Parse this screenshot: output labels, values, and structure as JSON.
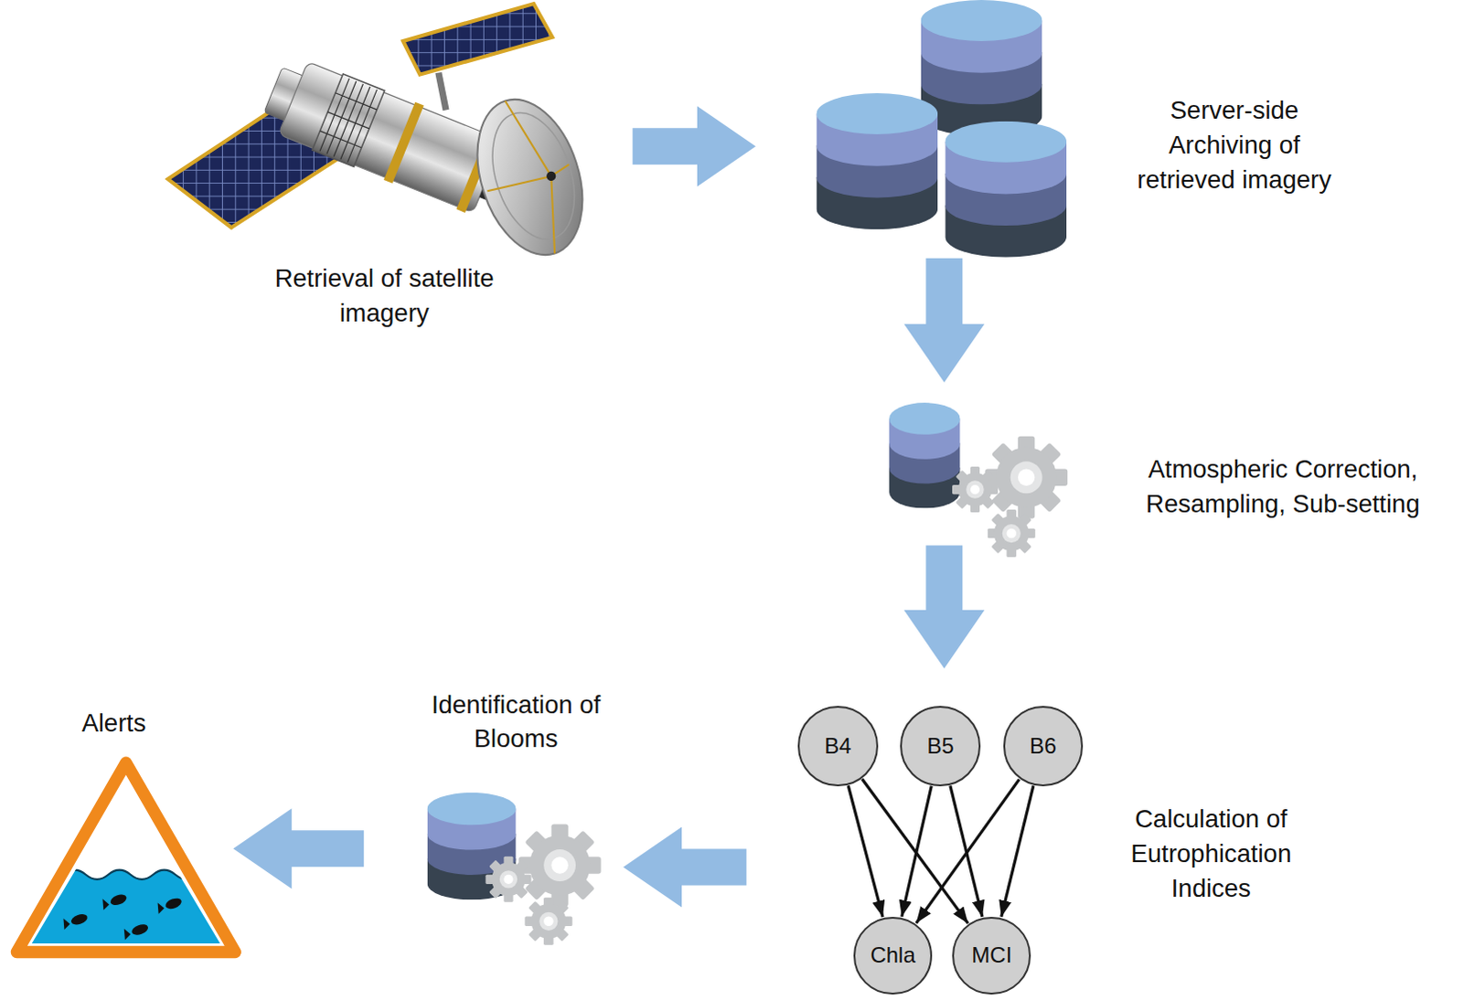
{
  "diagram": {
    "nodes": [
      {
        "text": [
          "Retrieval of satellite imagery"
        ]
      },
      {
        "text": [
          "Server-side Archiving of retrieved imagery"
        ]
      },
      {
        "text": [
          "Atmospheric Correction, Resampling, Sub-setting"
        ]
      },
      {
        "text": [
          "Calculation of Eutrophication Indices"
        ]
      },
      {
        "text": [
          "B4"
        ],
        "in": 3
      },
      {
        "text": [
          "B5"
        ],
        "in": 3
      },
      {
        "text": [
          "B6"
        ],
        "in": 3
      },
      {
        "text": [
          "Chla"
        ],
        "in": 3
      },
      {
        "text": [
          "MCI"
        ],
        "in": 3
      },
      {
        "text": [
          "Identification of Blooms"
        ]
      },
      {
        "text": [
          "Alerts"
        ]
      }
    ],
    "edges": [
      {
        "from": 0,
        "to": 1,
        "arrow": "to"
      },
      {
        "from": 1,
        "to": 2,
        "arrow": "to"
      },
      {
        "from": 2,
        "to": 3,
        "arrow": "to"
      },
      {
        "from": 3,
        "to": 9,
        "arrow": "to"
      },
      {
        "from": 9,
        "to": 10,
        "arrow": "to"
      },
      {
        "from": 4,
        "to": 7,
        "arrow": "to"
      },
      {
        "from": 4,
        "to": 8,
        "arrow": "to"
      },
      {
        "from": 5,
        "to": 7,
        "arrow": "to"
      },
      {
        "from": 5,
        "to": 8,
        "arrow": "to"
      },
      {
        "from": 6,
        "to": 7,
        "arrow": "to"
      },
      {
        "from": 6,
        "to": 8,
        "arrow": "to"
      }
    ]
  }
}
